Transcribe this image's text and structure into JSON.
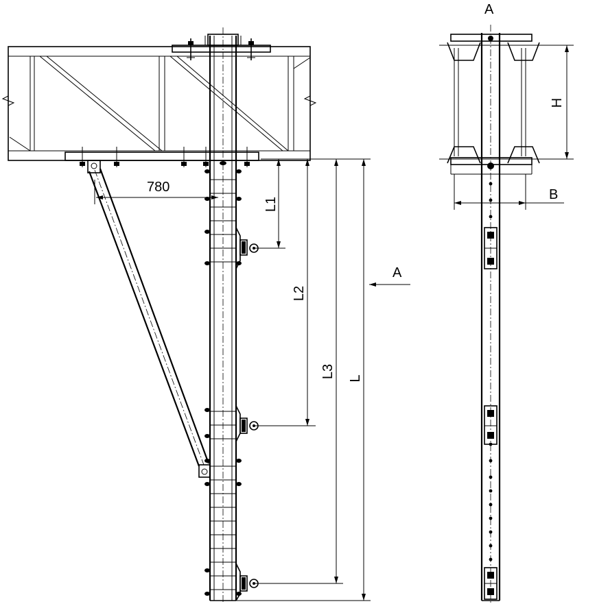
{
  "labels": {
    "dim_offset": "780",
    "dim_l1": "L1",
    "dim_l2": "L2",
    "dim_l3": "L3",
    "dim_l": "L",
    "view_arrow": "A",
    "view_title": "A",
    "dim_h": "H",
    "dim_b": "B"
  }
}
